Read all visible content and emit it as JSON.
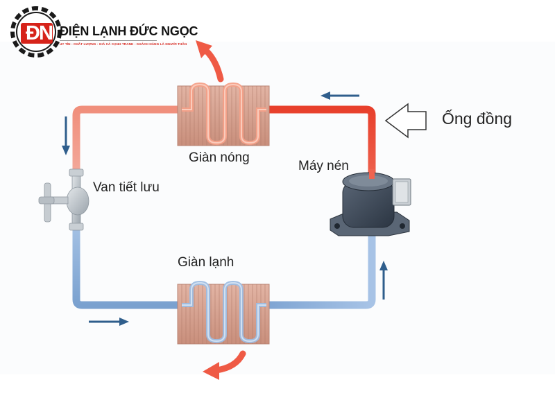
{
  "brand": {
    "mark_letters": "ĐN",
    "name": "ĐIỆN LẠNH ĐỨC NGỌC",
    "tagline": "UY TÍN - CHẤT LƯỢNG - GIÁ CẢ CẠNH TRANH - KHÁCH HÀNG LÀ NGƯỜI THÂN",
    "primary_color": "#d6231a",
    "dark_color": "#1a1a1a"
  },
  "diagram": {
    "labels": {
      "hot_coil": "Giàn nóng",
      "cold_coil": "Giàn lạnh",
      "valve": "Van tiết lưu",
      "compressor": "Máy nén",
      "pipe": "Ống đồng"
    },
    "colors": {
      "hot_pipe": "#ef4b3b",
      "hot_pipe_light": "#f3a089",
      "cold_pipe": "#8fb2dc",
      "coil_body": "#d4a090",
      "hot_air_arrow": "#ef5a45",
      "flow_arrow": "#2f5e8c",
      "valve": "#b9c0c6",
      "compressor": "#3a4654"
    },
    "icons": [
      "flow-direction-arrow",
      "hollow-pointer-arrow",
      "valve-icon",
      "compressor-icon",
      "heat-exhaust-arrow"
    ]
  }
}
